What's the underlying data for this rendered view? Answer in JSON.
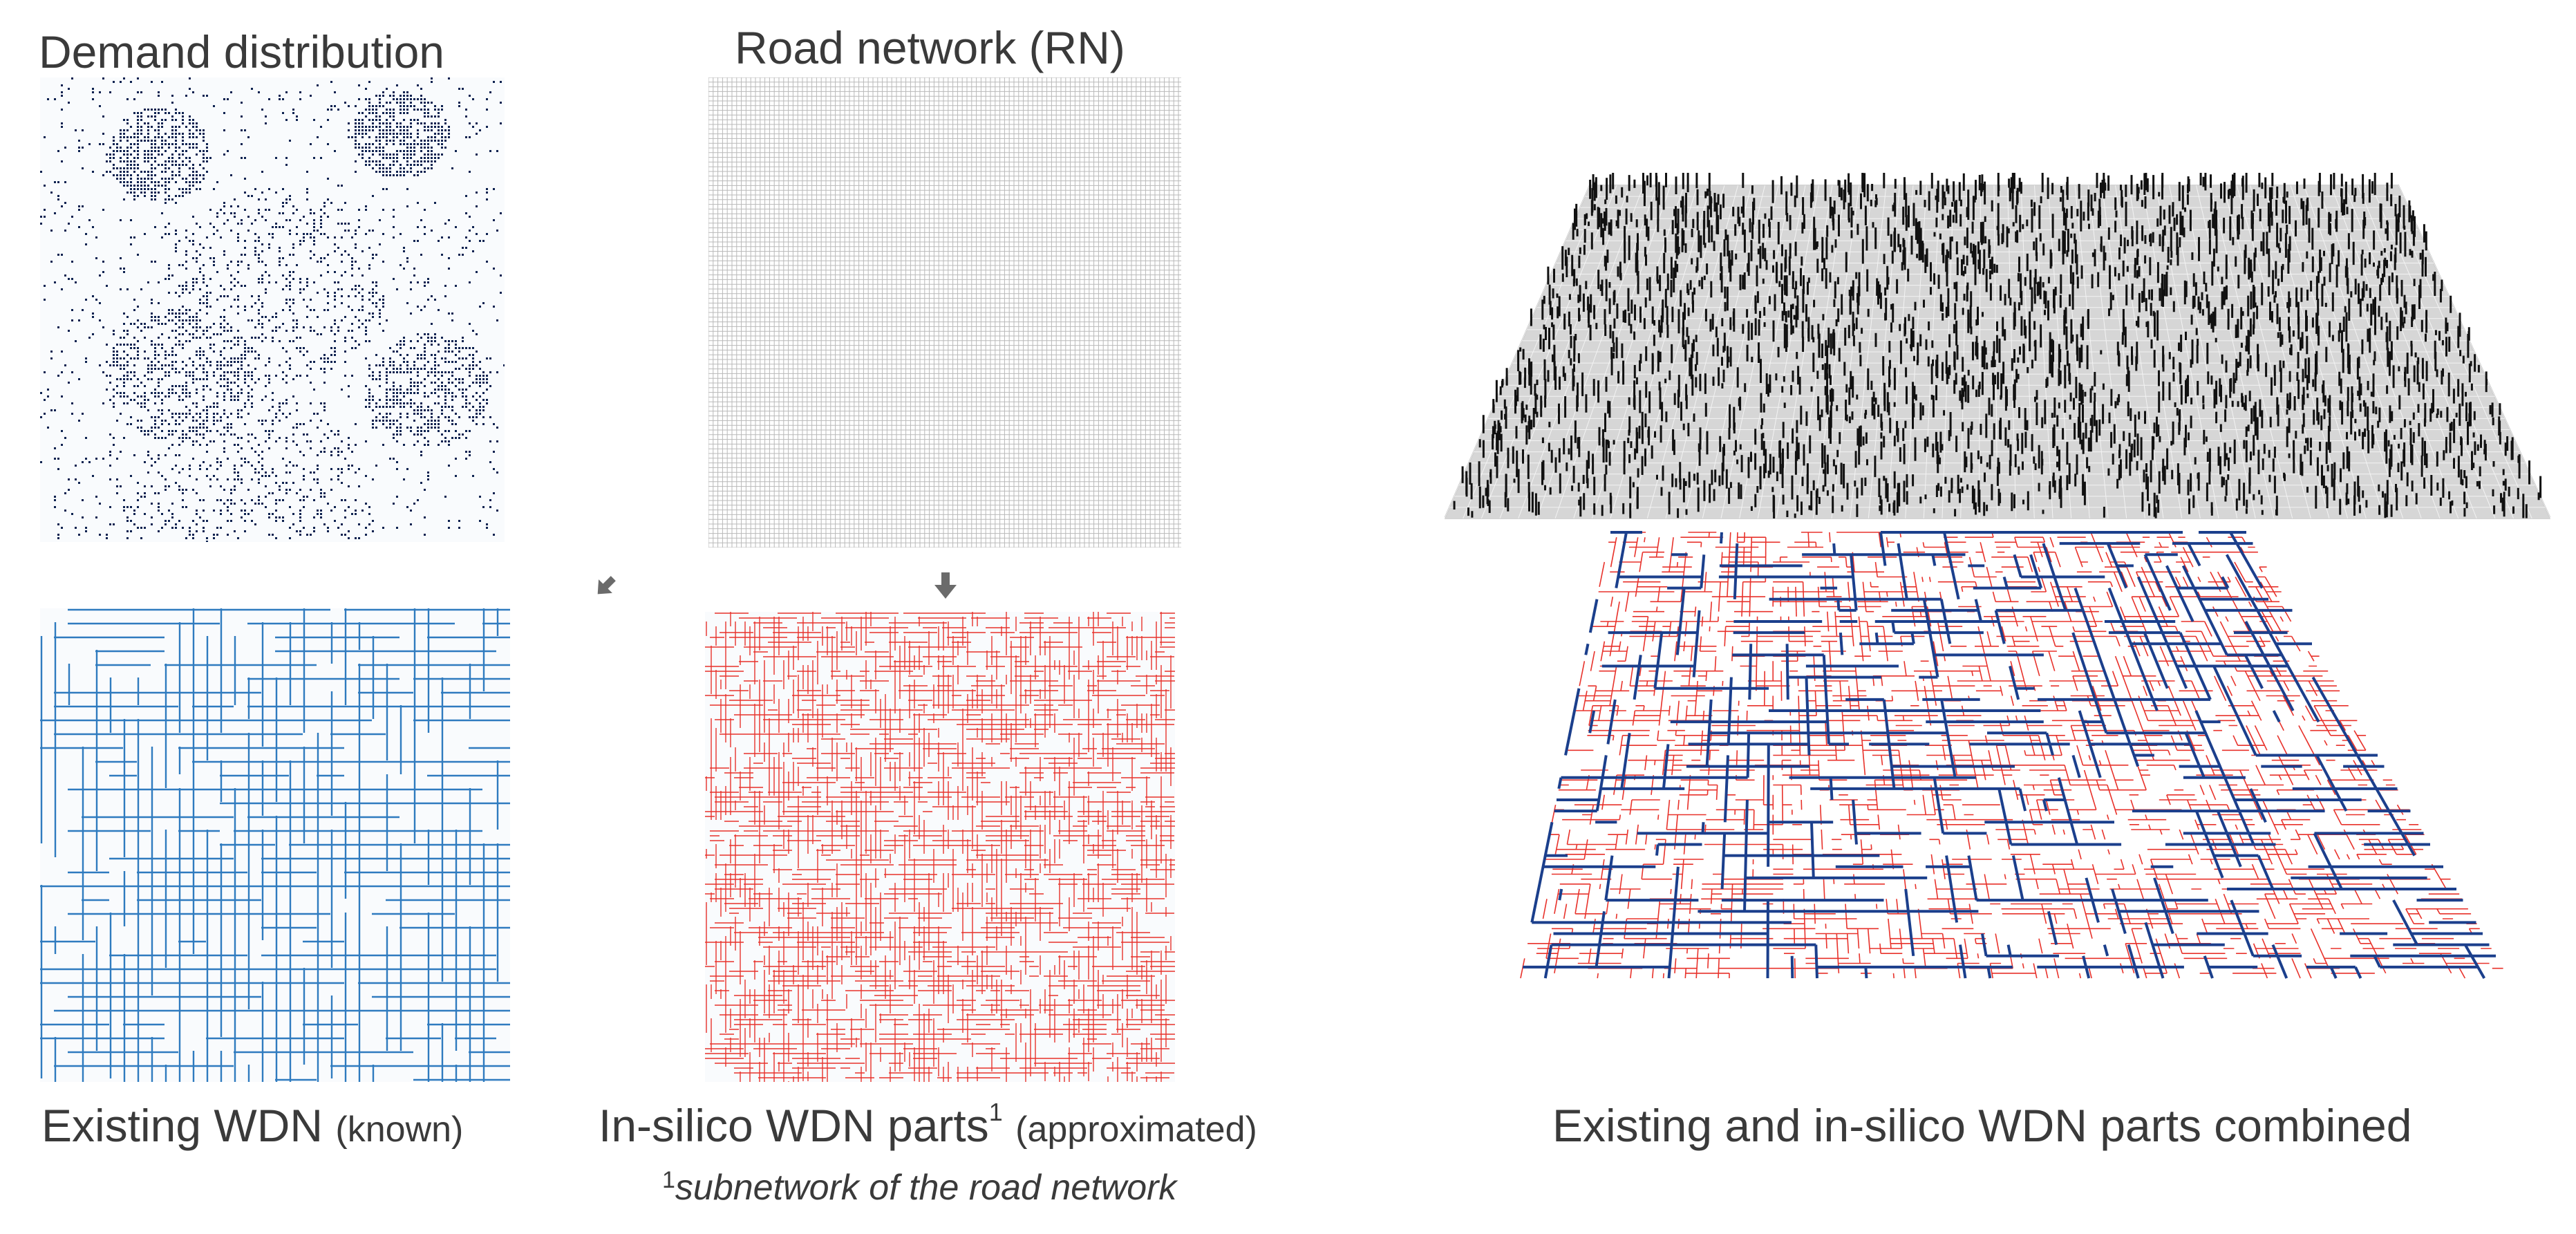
{
  "labels": {
    "demand_title": "Demand distribution",
    "road_title": "Road network (RN)",
    "existing_main": "Existing WDN",
    "existing_sub": "(known)",
    "insilico_main": "In-silico WDN parts",
    "insilico_sup": "1",
    "insilico_sub": "(approximated)",
    "footnote_sup": "1",
    "footnote_text": "subnetwork of the road network",
    "combined_title": "Existing and in-silico WDN parts combined"
  },
  "colors": {
    "demand_dots": "#0d2250",
    "road_grid": "#b9b9b9",
    "existing_pipes": "#2f7bbf",
    "insilico_pipes": "#e8322b",
    "combined_existing": "#1b3f8c",
    "combined_insilico": "#e8322b",
    "demand_spikes": "#111111",
    "arrow": "#6b6b6b",
    "text": "#3a3a3a"
  }
}
